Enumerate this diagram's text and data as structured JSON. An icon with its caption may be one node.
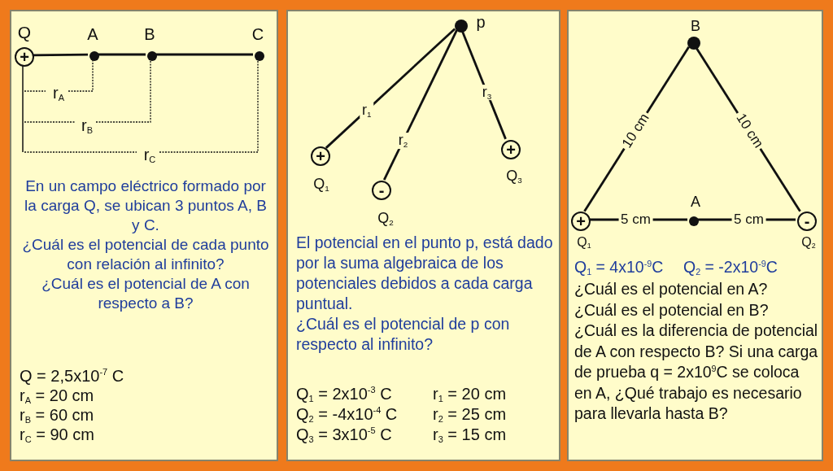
{
  "diagram": {
    "nodes": [
      {
        "text": [
          "En un campo eléctrico formado por la carga Q, se ubican 3 puntos A, B y C.",
          "¿Cuál es el potencial de cada punto con relación al infinito?",
          "¿Cuál es el potencial de A con respecto a B?",
          "Q = 2,5x10$^{-7}$ C",
          "r$_{A}$ = 20 cm",
          "r$_{B}$ = 60 cm",
          "r$_{C}$ = 90 cm"
        ]
      },
      {
        "text": [
          "+"
        ],
        "beside": [
          "Q"
        ],
        "in": 0
      },
      {
        "text": [],
        "shape": "circle",
        "beside": [
          "A"
        ],
        "in": 0
      },
      {
        "text": [],
        "shape": "circle",
        "beside": [
          "B"
        ],
        "in": 0
      },
      {
        "text": [],
        "shape": "circle",
        "beside": [
          "C"
        ],
        "in": 0
      },
      {
        "text": [
          "El potencial en el punto p, está dado por la suma algebraica de los potenciales debidos a cada carga puntual.",
          "¿Cuál es el potencial de p con respecto al infinito?",
          "Q$_{1}$ = 2x10$^{-3}$ C",
          "r$_{1}$ = 20 cm",
          "Q$_{2}$ = -4x10$^{-4}$ C",
          "r$_{2}$ = 25 cm",
          "Q$_{3}$ = 3x10$^{-5}$ C",
          "r$_{3}$ = 15 cm"
        ]
      },
      {
        "text": [],
        "shape": "circle",
        "beside": [
          "p"
        ],
        "in": 5
      },
      {
        "text": [
          "+"
        ],
        "beside": [
          "Q$_{1}$"
        ],
        "in": 5
      },
      {
        "text": [
          "-"
        ],
        "beside": [
          "Q$_{2}$"
        ],
        "in": 5
      },
      {
        "text": [
          "+"
        ],
        "beside": [
          "Q$_{3}$"
        ],
        "in": 5
      },
      {
        "text": [
          "Q$_{1}$ = 4x10$^{-9}$C",
          "Q$_{2}$ = -2x10$^{-9}$C",
          "¿Cuál es el potencial en A?",
          "¿Cuál es el potencial en B?",
          "¿Cuál es la diferencia de potencial de A con respecto B? Si una carga de prueba q = 2x10$^{9}$C se coloca en A, ¿Qué trabajo es necesario para llevarla hasta B?"
        ]
      },
      {
        "text": [],
        "shape": "circle",
        "beside": [
          "B"
        ],
        "in": 10
      },
      {
        "text": [
          "+"
        ],
        "beside": [
          "Q$_{1}$"
        ],
        "in": 10
      },
      {
        "text": [],
        "shape": "circle",
        "beside": [
          "A"
        ],
        "in": 10
      },
      {
        "text": [
          "-"
        ],
        "beside": [
          "Q$_{2}$"
        ],
        "in": 10
      }
    ],
    "edges": [
      {
        "from": 1,
        "to": 2,
        "arrow": "none"
      },
      {
        "from": 2,
        "to": 3,
        "arrow": "none"
      },
      {
        "from": 3,
        "to": 4,
        "arrow": "none"
      },
      {
        "from": 6,
        "to": 7,
        "arrow": "none",
        "label": "r$_{1}$"
      },
      {
        "from": 6,
        "to": 8,
        "arrow": "none",
        "label": "r$_{2}$"
      },
      {
        "from": 6,
        "to": 9,
        "arrow": "none",
        "label": "r$_{3}$"
      },
      {
        "from": 12,
        "to": 11,
        "arrow": "none",
        "label": "10 cm"
      },
      {
        "from": 11,
        "to": 14,
        "arrow": "none",
        "label": "10 cm"
      },
      {
        "from": 12,
        "to": 13,
        "arrow": "none",
        "label": "5 cm"
      },
      {
        "from": 13,
        "to": 14,
        "arrow": "none",
        "label": "5 cm"
      }
    ],
    "labels": [
      "r$_{A}$",
      "r$_{B}$",
      "r$_{C}$"
    ]
  }
}
